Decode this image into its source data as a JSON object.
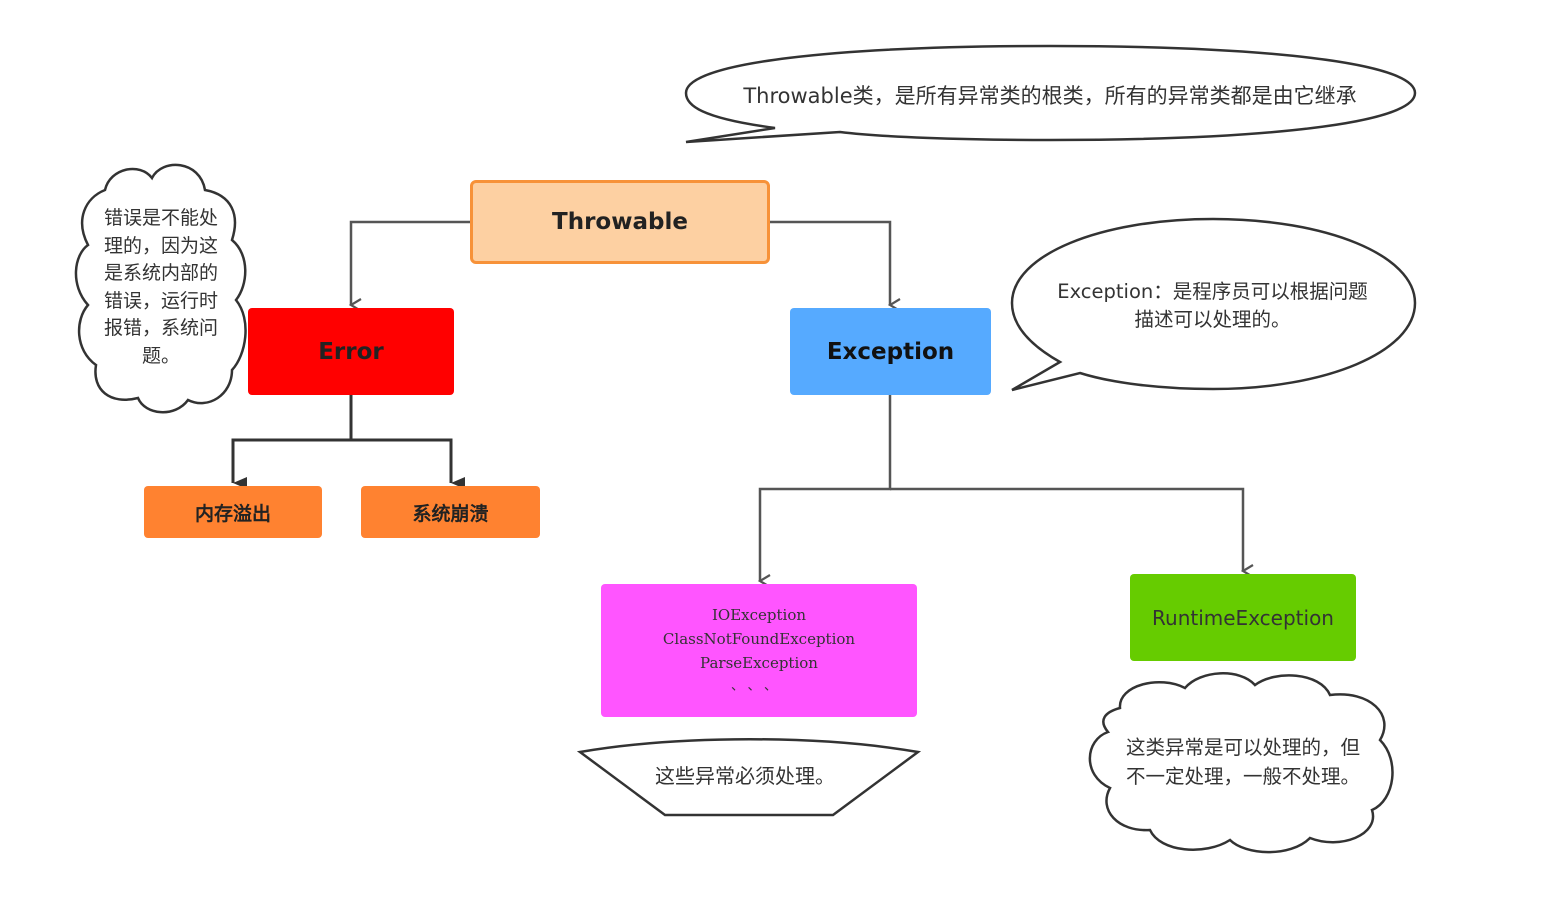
{
  "nodes": {
    "throwable": "Throwable",
    "error": "Error",
    "exception": "Exception",
    "out_of_memory": "内存溢出",
    "system_crash": "系统崩溃",
    "checked_exceptions": [
      "IOException",
      "ClassNotFoundException",
      "ParseException",
      "、、、"
    ],
    "runtime_exception": "RuntimeException"
  },
  "notes": {
    "throwable_note": "Throwable类，是所有异常类的根类，所有的异常类都是由它继承",
    "error_note": "错误是不能处\n理的，因为这\n是系统内部的\n错误，运行时\n报错，系统问\n题。",
    "exception_note": "Exception：是程序员可以根据问题\n描述可以处理的。",
    "checked_note": "这些异常必须处理。",
    "runtime_note": "这类异常是可以处理的，但\n不一定处理，一般不处理。"
  },
  "colors": {
    "throwable_fill": "#fdd0a2",
    "throwable_border": "#f79239",
    "error_fill": "#ff0000",
    "exception_fill": "#56aaff",
    "leaf_fill": "#ff8230",
    "checked_fill": "#ff55ff",
    "runtime_fill": "#66cc00",
    "connector": "#555555"
  }
}
